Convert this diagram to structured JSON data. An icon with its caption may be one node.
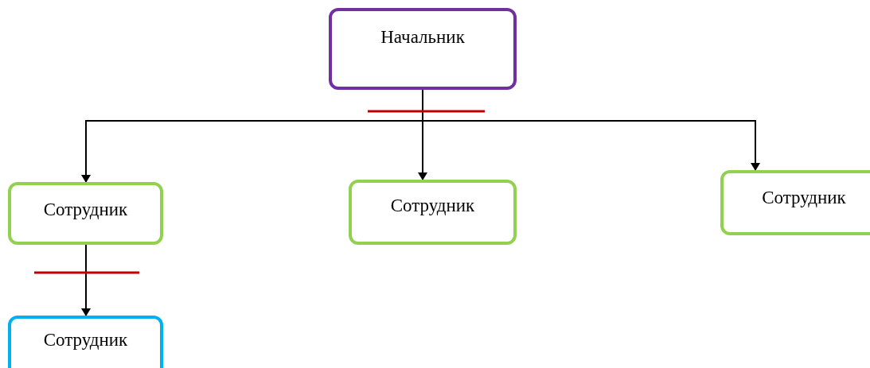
{
  "diagram": {
    "nodes": [
      {
        "text": [
          "Начальник"
        ]
      },
      {
        "text": [
          "Сотрудник"
        ]
      },
      {
        "text": [
          "Сотрудник"
        ]
      },
      {
        "text": [
          "Сотрудник"
        ]
      },
      {
        "text": [
          "Сотрудник"
        ]
      }
    ],
    "edges": [
      {
        "from": 0,
        "to": 1,
        "arrow": "to"
      },
      {
        "from": 0,
        "to": 2,
        "arrow": "to"
      },
      {
        "from": 0,
        "to": 3,
        "arrow": "to"
      },
      {
        "from": 1,
        "to": 4,
        "arrow": "to"
      }
    ]
  }
}
